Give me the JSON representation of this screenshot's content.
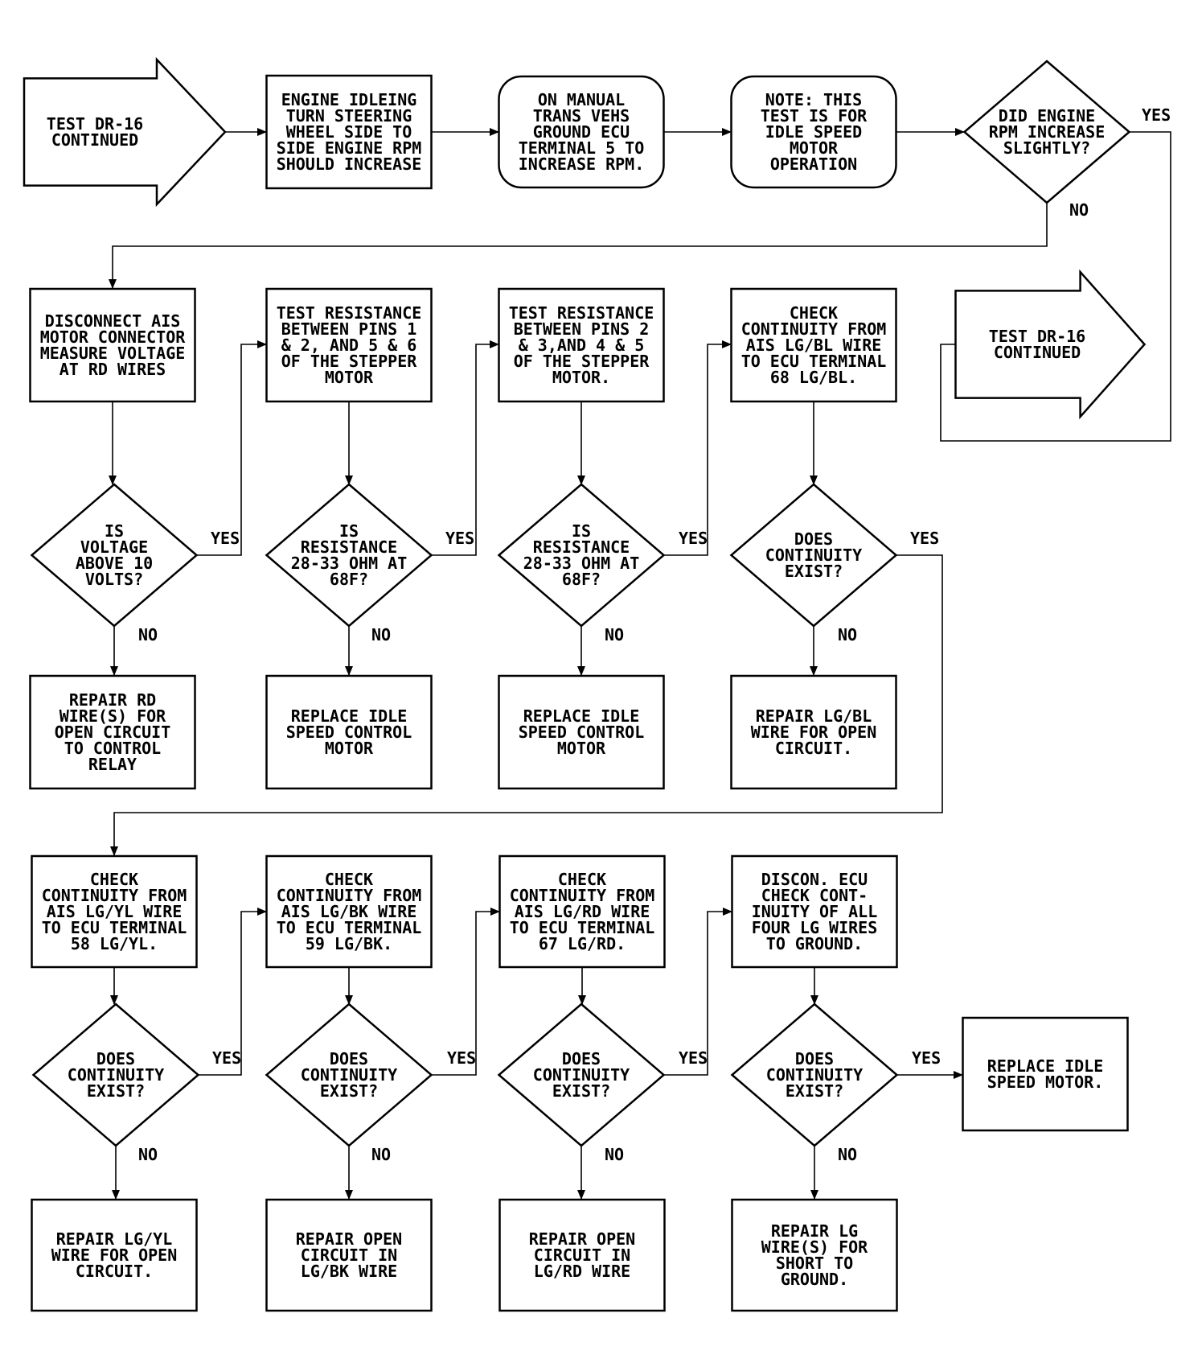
{
  "diagram": {
    "nodes": [
      {
        "id": "start",
        "shape": "arrow",
        "lines": [
          "TEST DR-16",
          "CONTINUED"
        ]
      },
      {
        "id": "idle",
        "shape": "rect",
        "lines": [
          "ENGINE IDLEING",
          "TURN STEERING",
          "WHEEL SIDE TO",
          "SIDE ENGINE RPM",
          "SHOULD INCREASE"
        ]
      },
      {
        "id": "manual",
        "shape": "rounded",
        "lines": [
          "ON MANUAL",
          "TRANS VEHS",
          "GROUND ECU",
          "TERMINAL 5 TO",
          "INCREASE RPM."
        ]
      },
      {
        "id": "note",
        "shape": "rounded",
        "lines": [
          "NOTE: THIS",
          "TEST IS FOR",
          "IDLE SPEED",
          "MOTOR",
          "OPERATION"
        ]
      },
      {
        "id": "rpmq",
        "shape": "diamond",
        "lines": [
          "DID ENGINE",
          "RPM INCREASE",
          "SLIGHTLY?"
        ]
      },
      {
        "id": "cont2",
        "shape": "arrow",
        "lines": [
          "TEST DR-16",
          "CONTINUED"
        ]
      },
      {
        "id": "disc",
        "shape": "rect",
        "lines": [
          "DISCONNECT AIS",
          "MOTOR CONNECTOR",
          "MEASURE VOLTAGE",
          "AT RD WIRES"
        ]
      },
      {
        "id": "res1",
        "shape": "rect",
        "lines": [
          "TEST RESISTANCE",
          "BETWEEN PINS 1",
          "& 2, AND 5 & 6",
          "OF THE STEPPER",
          "MOTOR"
        ]
      },
      {
        "id": "res2",
        "shape": "rect",
        "lines": [
          "TEST RESISTANCE",
          "BETWEEN PINS 2",
          "& 3,AND 4 & 5",
          "OF THE STEPPER",
          "MOTOR."
        ]
      },
      {
        "id": "chkbl",
        "shape": "rect",
        "lines": [
          "CHECK",
          "CONTINUITY FROM",
          "AIS LG/BL WIRE",
          "TO ECU TERMINAL",
          "68 LG/BL."
        ]
      },
      {
        "id": "voltq",
        "shape": "diamond",
        "lines": [
          "IS",
          "VOLTAGE",
          "ABOVE 10",
          "VOLTS?"
        ]
      },
      {
        "id": "res1q",
        "shape": "diamond",
        "lines": [
          "IS",
          "RESISTANCE",
          "28-33 OHM AT",
          "68F?"
        ]
      },
      {
        "id": "res2q",
        "shape": "diamond",
        "lines": [
          "IS",
          "RESISTANCE",
          "28-33 OHM AT",
          "68F?"
        ]
      },
      {
        "id": "blq",
        "shape": "diamond",
        "lines": [
          "DOES",
          "CONTINUITY",
          "EXIST?"
        ]
      },
      {
        "id": "reprd",
        "shape": "rect",
        "lines": [
          "REPAIR RD",
          "WIRE(S) FOR",
          "OPEN CIRCUIT",
          "TO CONTROL",
          "RELAY"
        ]
      },
      {
        "id": "replidle1",
        "shape": "rect",
        "lines": [
          "REPLACE IDLE",
          "SPEED CONTROL",
          "MOTOR"
        ]
      },
      {
        "id": "replidle2",
        "shape": "rect",
        "lines": [
          "REPLACE IDLE",
          "SPEED CONTROL",
          "MOTOR"
        ]
      },
      {
        "id": "repbl",
        "shape": "rect",
        "lines": [
          "REPAIR LG/BL",
          "WIRE FOR OPEN",
          "CIRCUIT."
        ]
      },
      {
        "id": "chkyl",
        "shape": "rect",
        "lines": [
          "CHECK",
          "CONTINUITY FROM",
          "AIS LG/YL WIRE",
          "TO ECU TERMINAL",
          "58 LG/YL."
        ]
      },
      {
        "id": "chkbk",
        "shape": "rect",
        "lines": [
          "CHECK",
          "CONTINUITY FROM",
          "AIS LG/BK WIRE",
          "TO ECU TERMINAL",
          "59 LG/BK."
        ]
      },
      {
        "id": "chkrd",
        "shape": "rect",
        "lines": [
          "CHECK",
          "CONTINUITY FROM",
          "AIS LG/RD WIRE",
          "TO ECU TERMINAL",
          "67 LG/RD."
        ]
      },
      {
        "id": "discecu",
        "shape": "rect",
        "lines": [
          "DISCON. ECU",
          "CHECK CONT-",
          "INUITY OF ALL",
          "FOUR LG WIRES",
          "TO GROUND."
        ]
      },
      {
        "id": "ylq",
        "shape": "diamond",
        "lines": [
          "DOES",
          "CONTINUITY",
          "EXIST?"
        ]
      },
      {
        "id": "bkq",
        "shape": "diamond",
        "lines": [
          "DOES",
          "CONTINUITY",
          "EXIST?"
        ]
      },
      {
        "id": "rdq",
        "shape": "diamond",
        "lines": [
          "DOES",
          "CONTINUITY",
          "EXIST?"
        ]
      },
      {
        "id": "gndq",
        "shape": "diamond",
        "lines": [
          "DOES",
          "CONTINUITY",
          "EXIST?"
        ]
      },
      {
        "id": "replmotor",
        "shape": "rect",
        "lines": [
          "REPLACE IDLE",
          "SPEED MOTOR."
        ]
      },
      {
        "id": "repyl",
        "shape": "rect",
        "lines": [
          "REPAIR LG/YL",
          "WIRE FOR OPEN",
          "CIRCUIT."
        ]
      },
      {
        "id": "repbk",
        "shape": "rect",
        "lines": [
          "REPAIR OPEN",
          "CIRCUIT IN",
          "LG/BK WIRE"
        ]
      },
      {
        "id": "reprdw",
        "shape": "rect",
        "lines": [
          "REPAIR OPEN",
          "CIRCUIT IN",
          "LG/RD WIRE"
        ]
      },
      {
        "id": "repgnd",
        "shape": "rect",
        "lines": [
          "REPAIR LG",
          "WIRE(S) FOR",
          "SHORT TO",
          "GROUND."
        ]
      }
    ],
    "edges": [
      {
        "from": "start",
        "to": "idle",
        "label": ""
      },
      {
        "from": "idle",
        "to": "manual",
        "label": ""
      },
      {
        "from": "manual",
        "to": "note",
        "label": ""
      },
      {
        "from": "note",
        "to": "rpmq",
        "label": ""
      },
      {
        "from": "rpmq",
        "to": "cont2",
        "label": "YES"
      },
      {
        "from": "rpmq",
        "to": "disc",
        "label": "NO"
      },
      {
        "from": "disc",
        "to": "voltq",
        "label": ""
      },
      {
        "from": "voltq",
        "to": "res1",
        "label": "YES"
      },
      {
        "from": "voltq",
        "to": "reprd",
        "label": "NO"
      },
      {
        "from": "res1",
        "to": "res1q",
        "label": ""
      },
      {
        "from": "res1q",
        "to": "res2",
        "label": "YES"
      },
      {
        "from": "res1q",
        "to": "replidle1",
        "label": "NO"
      },
      {
        "from": "res2",
        "to": "res2q",
        "label": ""
      },
      {
        "from": "res2q",
        "to": "chkbl",
        "label": "YES"
      },
      {
        "from": "res2q",
        "to": "replidle2",
        "label": "NO"
      },
      {
        "from": "chkbl",
        "to": "blq",
        "label": ""
      },
      {
        "from": "blq",
        "to": "chkyl",
        "label": "YES"
      },
      {
        "from": "blq",
        "to": "repbl",
        "label": "NO"
      },
      {
        "from": "chkyl",
        "to": "ylq",
        "label": ""
      },
      {
        "from": "ylq",
        "to": "chkbk",
        "label": "YES"
      },
      {
        "from": "ylq",
        "to": "repyl",
        "label": "NO"
      },
      {
        "from": "chkbk",
        "to": "bkq",
        "label": ""
      },
      {
        "from": "bkq",
        "to": "chkrd",
        "label": "YES"
      },
      {
        "from": "bkq",
        "to": "repbk",
        "label": "NO"
      },
      {
        "from": "chkrd",
        "to": "rdq",
        "label": ""
      },
      {
        "from": "rdq",
        "to": "discecu",
        "label": "YES"
      },
      {
        "from": "rdq",
        "to": "reprdw",
        "label": "NO"
      },
      {
        "from": "discecu",
        "to": "gndq",
        "label": ""
      },
      {
        "from": "gndq",
        "to": "replmotor",
        "label": "YES"
      },
      {
        "from": "gndq",
        "to": "repgnd",
        "label": "NO"
      }
    ]
  }
}
